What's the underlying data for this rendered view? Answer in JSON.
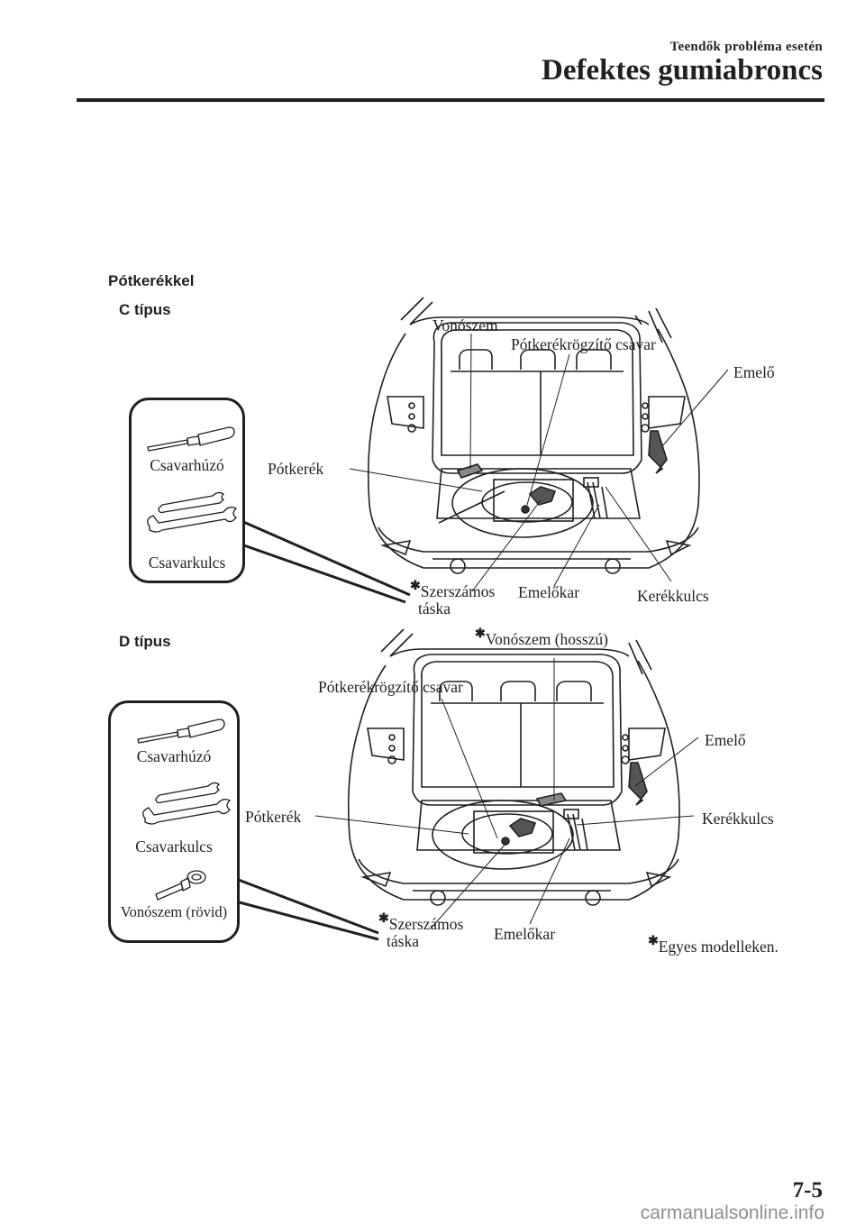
{
  "header": {
    "section": "Teendők probléma esetén",
    "title": "Defektes gumiabroncs"
  },
  "heading": "Pótkerékkel",
  "diagrams": [
    {
      "type_label": "C típus",
      "toolbox": [
        "Csavarhúzó",
        "Csavarkulcs"
      ],
      "callouts": {
        "tow_hook": "Vonószem",
        "spare_bolt": "Pótkerékrögzítő csavar",
        "jack": "Emelő",
        "spare_tire": "Pótkerék",
        "tool_bag_1": "Szerszámos",
        "tool_bag_2": "táska",
        "jack_handle": "Emelőkar",
        "lug_wrench": "Kerékkulcs"
      }
    },
    {
      "type_label": "D típus",
      "toolbox": [
        "Csavarhúzó",
        "Csavarkulcs",
        "Vonószem (rövid)"
      ],
      "callouts": {
        "tow_hook_long": "Vonószem (hosszú)",
        "spare_bolt": "Pótkerékrögzítő csavar",
        "jack": "Emelő",
        "spare_tire": "Pótkerék",
        "lug_wrench": "Kerékkulcs",
        "tool_bag_1": "Szerszámos",
        "tool_bag_2": "táska",
        "jack_handle": "Emelőkar"
      }
    }
  ],
  "footnote": "Egyes modelleken.",
  "footnote_marker": "✱",
  "page_number": "7-5",
  "watermark": "carmanualsonline.info"
}
